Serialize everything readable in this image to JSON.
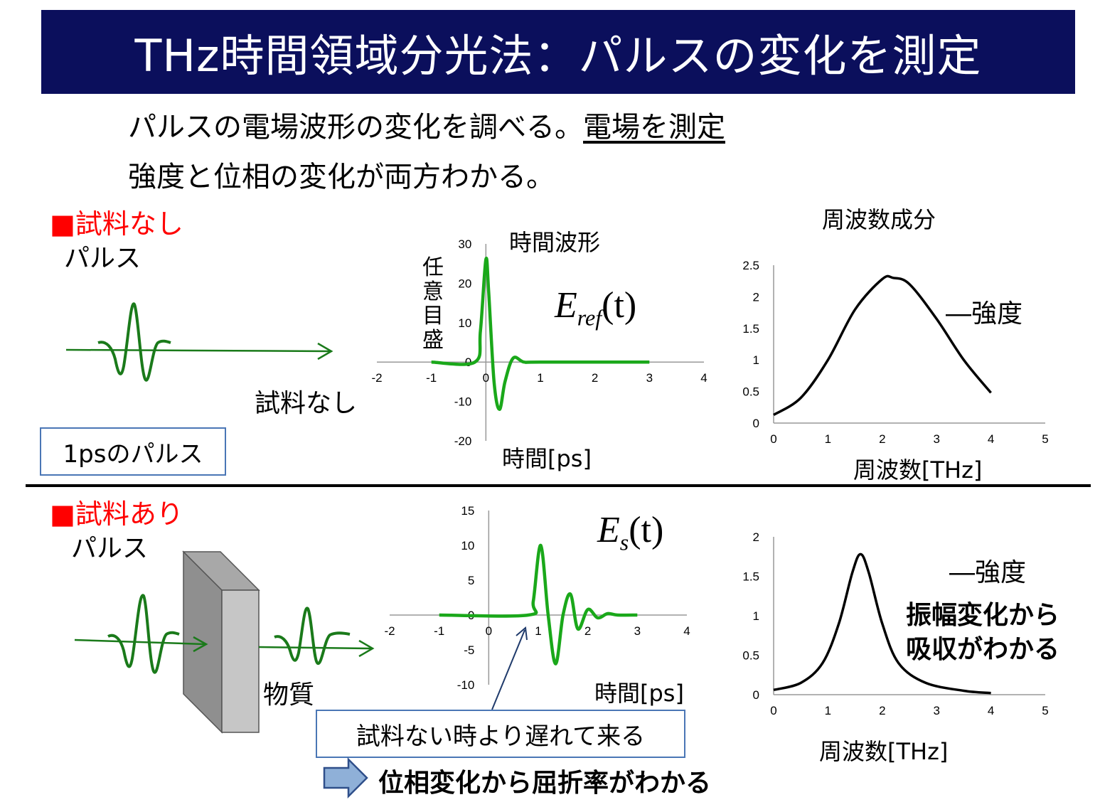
{
  "title": "THz時間領域分光法：パルスの変化を測定",
  "intro": {
    "line1_a": "パルスの電場波形の変化を調べる。",
    "line1_b": "電場を測定",
    "line2": "強度と位相の変化が両方わかる。"
  },
  "top_section": {
    "heading": "■試料なし",
    "pulse_label": "パルス",
    "no_sample_label": "試料なし",
    "note_box": "1psのパルス",
    "time_plot_title": "時間波形",
    "y_axis_label": "任意目盛",
    "x_axis_label": "時間[ps]",
    "formula_main": "E",
    "formula_sub": "ref",
    "formula_arg": "(t)",
    "freq_plot_title": "周波数成分",
    "freq_x_label": "周波数[THz]",
    "legend": "―強度"
  },
  "bottom_section": {
    "heading": "■試料あり",
    "pulse_label": "パルス",
    "material_label": "物質",
    "x_axis_label": "時間[ps]",
    "formula_main": "E",
    "formula_sub": "s",
    "formula_arg": "(t)",
    "delay_note": "試料ない時より遅れて来る",
    "conclusion": "位相変化から屈折率がわかる",
    "freq_x_label": "周波数[THz]",
    "legend": "―強度",
    "amplitude_note_1": "振幅変化から",
    "amplitude_note_2": "吸収がわかる"
  },
  "colors": {
    "title_bg": "#0b0f5c",
    "waveform": "#1aa81a",
    "pulse": "#1a7a1a",
    "accent_red": "#ff0000",
    "box_border": "#4a76b5"
  },
  "chart_data": [
    {
      "type": "line",
      "x_ticks": [
        "-2",
        "-1",
        "0",
        "1",
        "2",
        "3",
        "4"
      ],
      "y_ticks": [
        "30",
        "20",
        "10",
        "0",
        "-10",
        "-20"
      ],
      "xlim": [
        -2,
        4
      ],
      "ylim": [
        -20,
        30
      ],
      "x": [
        -1,
        -0.2,
        -0.1,
        0,
        0.05,
        0.15,
        0.25,
        0.35,
        0.5,
        0.7,
        1,
        3
      ],
      "values": [
        0,
        0,
        8,
        26,
        18,
        -5,
        -12,
        -5,
        1,
        0,
        0,
        0
      ]
    },
    {
      "type": "line",
      "x_ticks": [
        "0",
        "1",
        "2",
        "3",
        "4",
        "5"
      ],
      "y_ticks": [
        "2.5",
        "2",
        "1.5",
        "1",
        "0.5",
        "0"
      ],
      "xlim": [
        0,
        5
      ],
      "ylim": [
        0,
        2.5
      ],
      "x": [
        0,
        0.5,
        1,
        1.5,
        2,
        2.2,
        2.5,
        3,
        3.5,
        4
      ],
      "values": [
        0.13,
        0.4,
        1.0,
        1.8,
        2.28,
        2.3,
        2.2,
        1.65,
        1.0,
        0.48
      ]
    },
    {
      "type": "line",
      "x_ticks": [
        "-2",
        "-1",
        "0",
        "1",
        "2",
        "3",
        "4"
      ],
      "y_ticks": [
        "15",
        "10",
        "5",
        "0",
        "-5",
        "-10"
      ],
      "xlim": [
        -2,
        4
      ],
      "ylim": [
        -10,
        15
      ],
      "x": [
        -1,
        0.8,
        0.9,
        1.05,
        1.2,
        1.35,
        1.5,
        1.65,
        1.8,
        2.0,
        2.2,
        2.4,
        2.6,
        3
      ],
      "values": [
        0,
        0,
        2,
        10,
        0,
        -7,
        0,
        3,
        -2,
        0.8,
        -0.4,
        0.2,
        0,
        0
      ]
    },
    {
      "type": "line",
      "x_ticks": [
        "0",
        "1",
        "2",
        "3",
        "4",
        "5"
      ],
      "y_ticks": [
        "2",
        "1.5",
        "1",
        "0.5",
        "0"
      ],
      "xlim": [
        0,
        5
      ],
      "ylim": [
        0,
        2
      ],
      "x": [
        0,
        0.5,
        0.9,
        1.2,
        1.45,
        1.6,
        1.75,
        2.0,
        2.3,
        2.8,
        3.5,
        4
      ],
      "values": [
        0.06,
        0.15,
        0.4,
        0.9,
        1.55,
        1.78,
        1.55,
        0.9,
        0.4,
        0.15,
        0.05,
        0.02
      ]
    }
  ]
}
